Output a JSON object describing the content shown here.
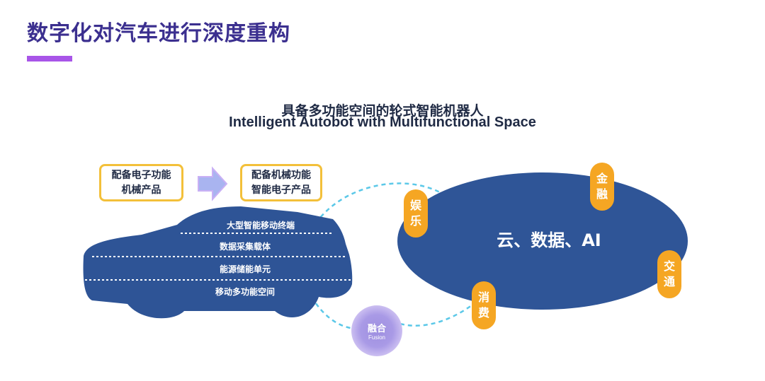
{
  "title": "数字化对汽车进行深度重构",
  "heading": {
    "cn": "具备多功能空间的轮式智能机器人",
    "en": "Intelligent Autobot with Multifunctional Space"
  },
  "boxes": {
    "left": [
      "配备电子功能",
      "机械产品"
    ],
    "right": [
      "配备机械功能",
      "智能电子产品"
    ]
  },
  "car_layers": [
    "大型智能移动终端",
    "数据采集载体",
    "能源储能单元",
    "移动多功能空间"
  ],
  "center": "云、数据、AI",
  "bubbles": {
    "entertainment": [
      "娱",
      "乐"
    ],
    "finance": [
      "金",
      "融"
    ],
    "transport": [
      "交",
      "通"
    ],
    "consumption": [
      "消",
      "费"
    ]
  },
  "fusion": {
    "cn": "融合",
    "en": "Fusion"
  },
  "colors": {
    "title": "#3b2f8f",
    "accent_bar": "#a855e8",
    "car": "#2e5496",
    "ellipse": "#2f5597",
    "bubble": "#f5a623",
    "box_border": "#f3c03a",
    "dashed_arc": "#5bc8e8"
  }
}
